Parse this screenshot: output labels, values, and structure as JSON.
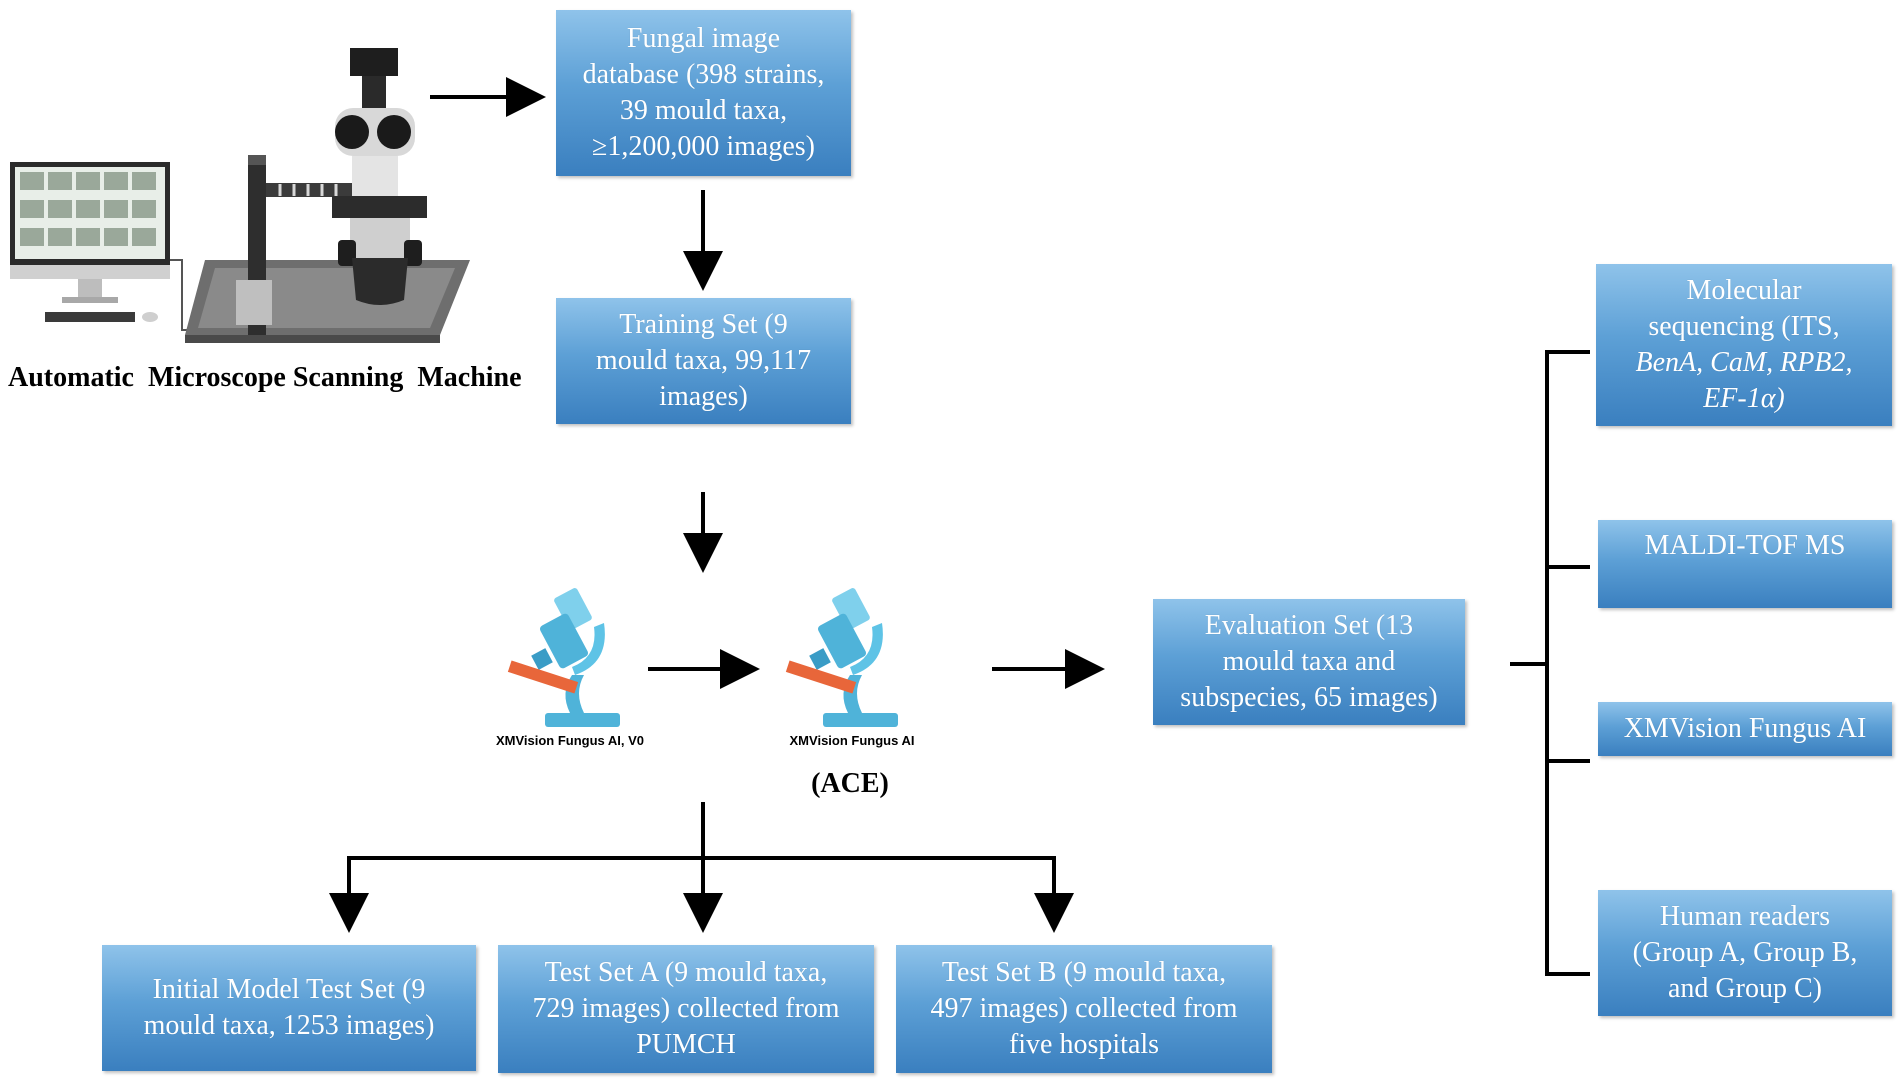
{
  "machine": {
    "label": "Automatic  Microscope Scanning  Machine",
    "icon": "microscope-scanner-icon"
  },
  "boxes": {
    "fungal_db": "Fungal  image\ndatabase (398 strains,\n39 mould  taxa,\n≥1,200,000 images)",
    "training_set": "Training  Set (9\nmould  taxa,  99,117\nimages)",
    "evaluation_set": "Evaluation  Set (13\nmould  taxa and\nsubspecies, 65 images)",
    "initial_test": "Initial  Model  Test Set (9\nmould  taxa, 1253 images)",
    "test_a": "Test Set A (9 mould  taxa,\n729 images)  collected  from\nPUMCH",
    "test_b": "Test Set B  (9 mould  taxa,\n497 images)  collected  from\nfive  hospitals",
    "maldi": "MALDI-TOF MS",
    "xmvision": "XMVision  Fungus  AI",
    "human": "Human  readers\n(Group  A,  Group  B,\nand Group  C)"
  },
  "molecular": {
    "line1": "Molecular",
    "line2": "sequencing  (ITS,",
    "line3": "BenA,  CaM,  RPB2,",
    "line4": "EF-1α)"
  },
  "microscopes": {
    "v0_label": "XMVision Fungus AI, V0",
    "final_label": "XMVision Fungus AI",
    "ace_label": "(ACE)",
    "icon": "microscope-icon"
  },
  "colors": {
    "box_top": "#8fc3ea",
    "box_bottom": "#3a7fbf",
    "microscope_blue": "#4fb3d9",
    "microscope_orange": "#e8663a"
  }
}
